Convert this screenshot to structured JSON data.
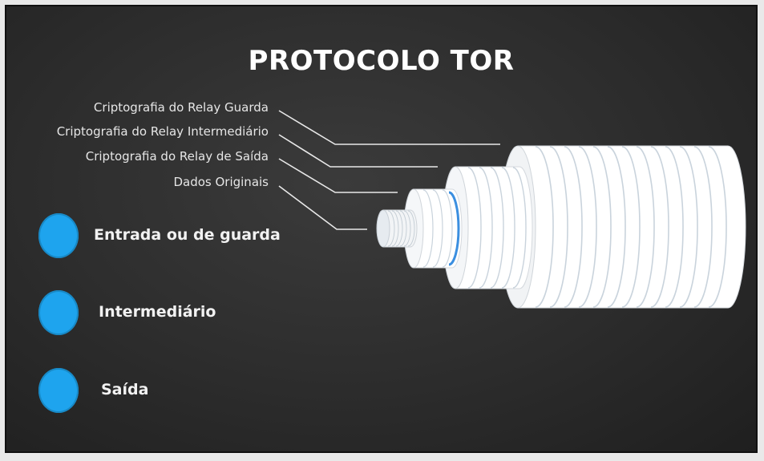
{
  "title": "PROTOCOLO TOR",
  "layers": [
    "Criptografia do Relay Guarda",
    "Criptografia do Relay Intermediário",
    "Criptografia do Relay de Saída",
    "Dados Originais"
  ],
  "legend": [
    {
      "label": "Entrada ou de guarda",
      "color": "#1ea4ee"
    },
    {
      "label": "Intermediário",
      "color": "#1ea4ee"
    },
    {
      "label": "Saída",
      "color": "#1ea4ee"
    }
  ]
}
